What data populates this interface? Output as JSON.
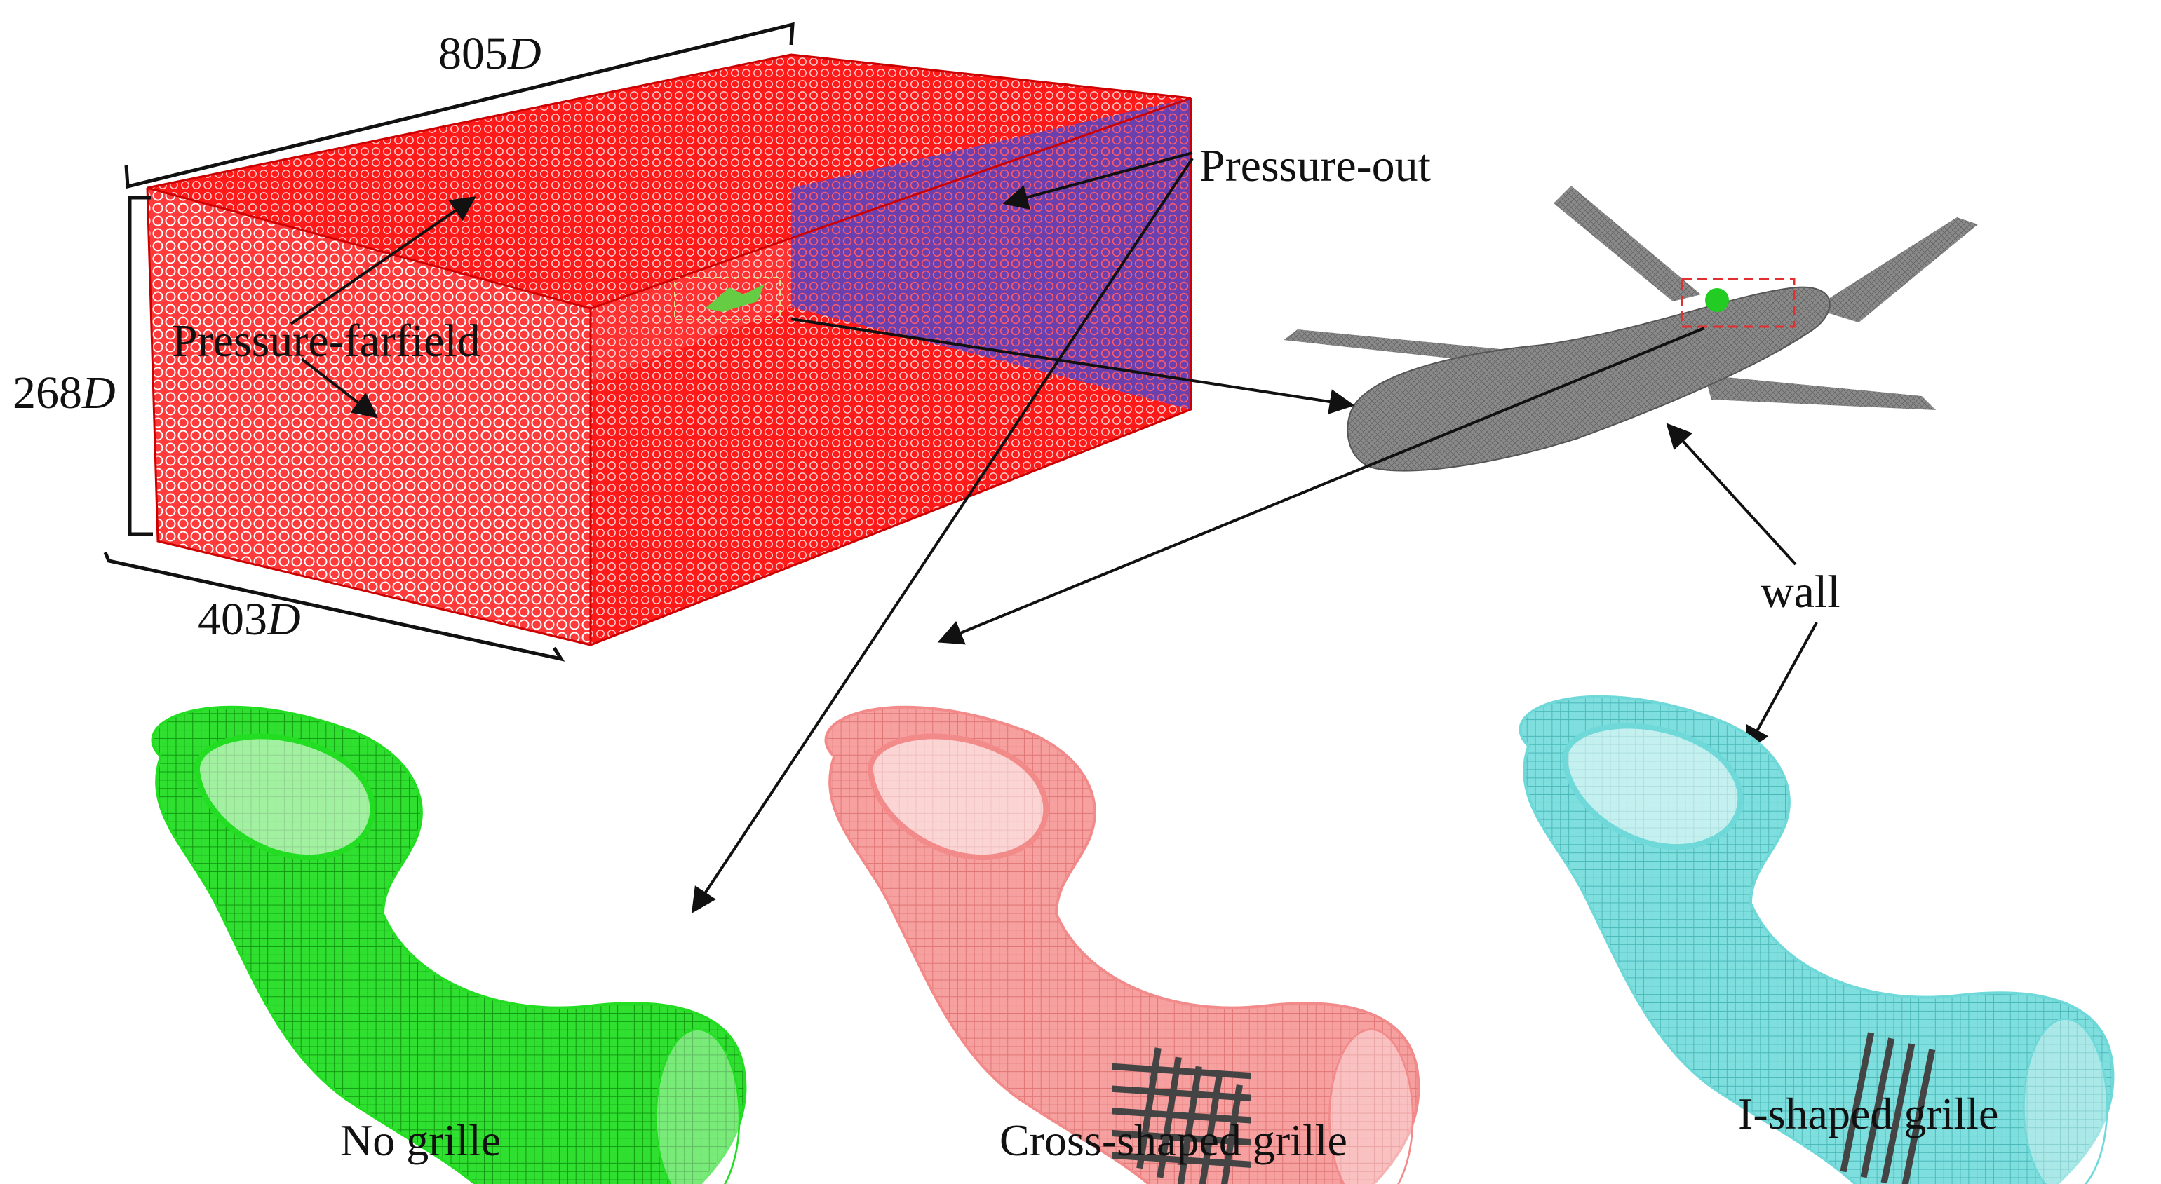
{
  "domain_figure": "cfd-domain-and-intake-duct-meshes",
  "domain": {
    "length_label": {
      "value": "805",
      "unit": "D"
    },
    "height_label": {
      "value": "268",
      "unit": "D"
    },
    "width_label": {
      "value": "403",
      "unit": "D"
    },
    "boundary_farfield": "Pressure-farfield",
    "boundary_outlet": "Pressure-out",
    "boundary_wall": "wall"
  },
  "ducts": [
    {
      "caption": "No grille",
      "color": "#22dd22"
    },
    {
      "caption": "Cross-shaped grille",
      "color": "#f28a8a"
    },
    {
      "caption": "I-shaped grille",
      "color": "#6fd8d8"
    }
  ],
  "colors": {
    "domain_mesh": "#ff1a1a",
    "outlet_mesh": "#7a3fb0",
    "aircraft_mesh": "#8c8c8c",
    "highlight_box": "#e03030",
    "arrow": "#111111"
  }
}
